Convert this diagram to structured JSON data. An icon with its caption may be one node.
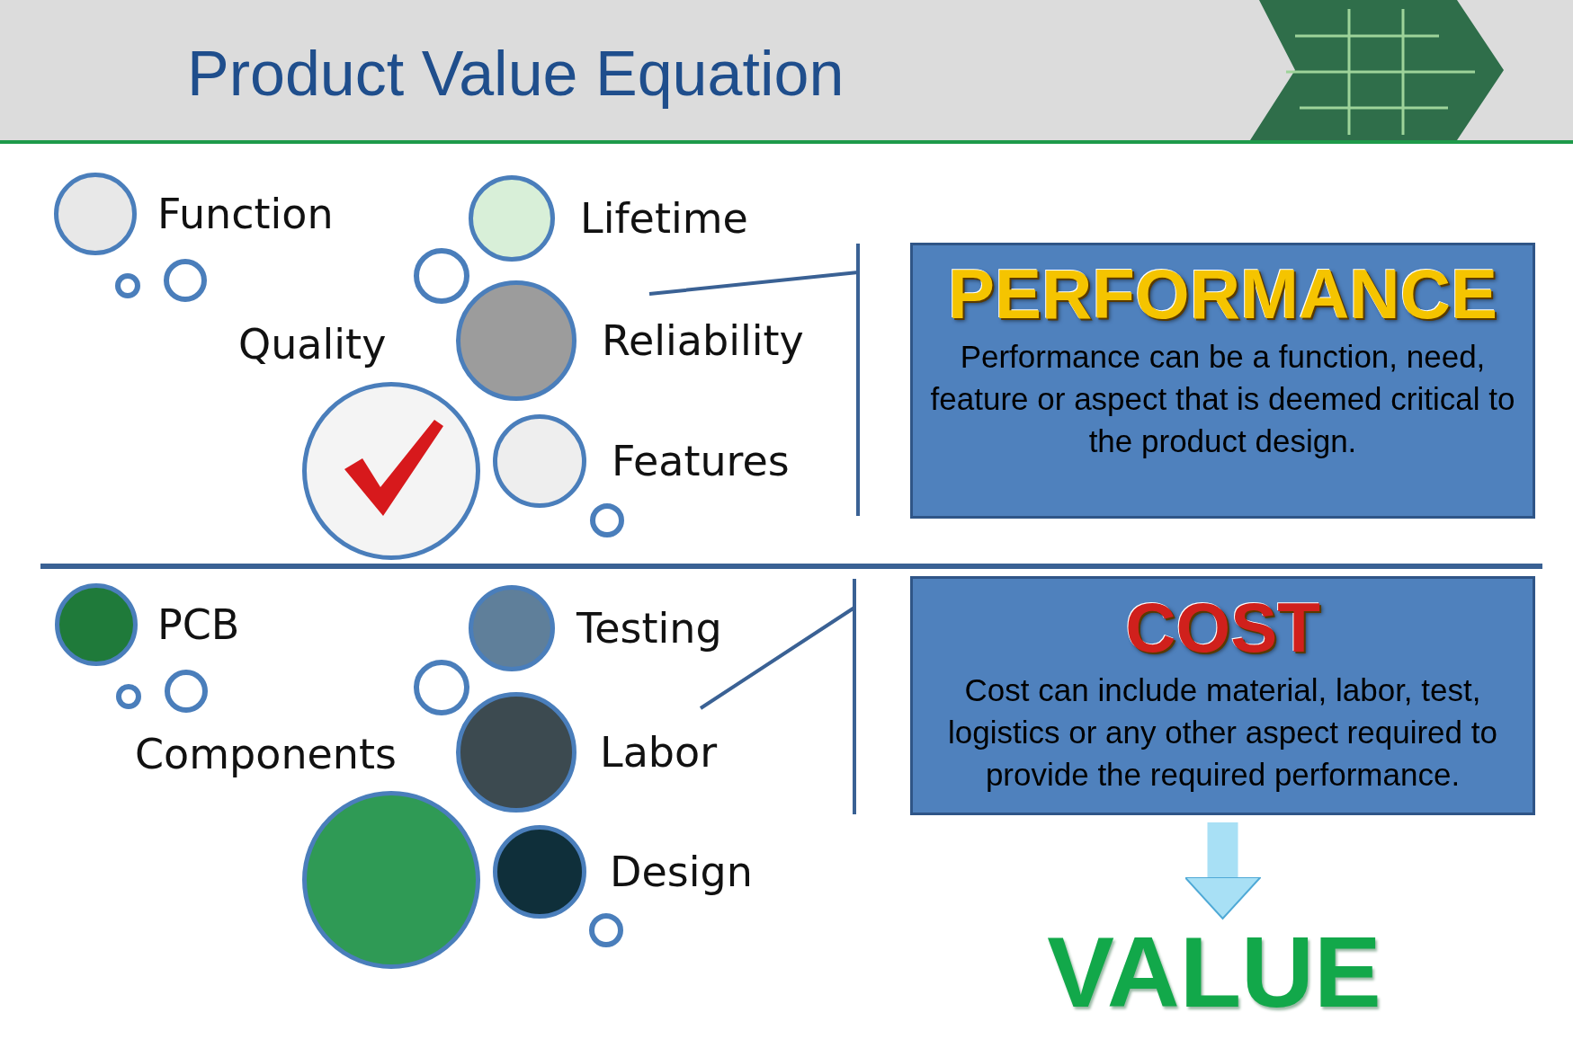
{
  "diagram": {
    "title": "Product Value Equation",
    "nodes": [
      {
        "text": [],
        "shape": "circle",
        "beside": [
          "Function"
        ]
      },
      {
        "text": [],
        "shape": "circle",
        "beside": [
          "Lifetime"
        ]
      },
      {
        "text": [],
        "shape": "picture",
        "beside": [
          "Quality"
        ]
      },
      {
        "text": [],
        "shape": "circle",
        "beside": [
          "Reliability"
        ]
      },
      {
        "text": [],
        "shape": "circle",
        "beside": [
          "Features"
        ]
      },
      {
        "text": [
          "PERFORMANCE",
          "Performance can be a function, need, feature or aspect that is deemed critical to the product design."
        ]
      },
      {
        "text": [],
        "shape": "circle",
        "beside": [
          "PCB"
        ]
      },
      {
        "text": [],
        "shape": "circle",
        "beside": [
          "Testing"
        ]
      },
      {
        "text": [],
        "shape": "circle",
        "beside": [
          "Components"
        ]
      },
      {
        "text": [],
        "shape": "circle",
        "beside": [
          "Labor"
        ]
      },
      {
        "text": [],
        "shape": "circle",
        "beside": [
          "Design"
        ]
      },
      {
        "text": [
          "COST",
          "Cost can include material, labor, test, logistics or any other aspect required to provide the required performance."
        ]
      },
      {
        "text": [
          "VALUE"
        ]
      }
    ],
    "edges": [
      {
        "from": 11,
        "to": 12,
        "arrow": "to"
      }
    ]
  }
}
